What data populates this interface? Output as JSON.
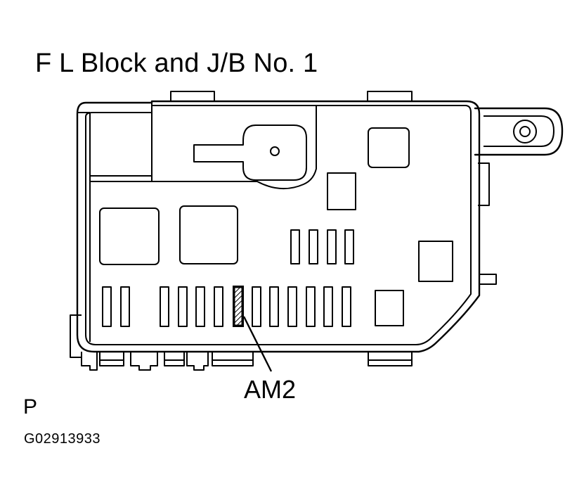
{
  "title": "F L Block and J/B No. 1",
  "callout": {
    "label": "AM2"
  },
  "section_code": "P",
  "figure_id": "G02913933",
  "colors": {
    "line": "#000000",
    "background": "#ffffff",
    "highlight_hatch": "#000000"
  },
  "highlight": {
    "fuse": "AM2"
  }
}
